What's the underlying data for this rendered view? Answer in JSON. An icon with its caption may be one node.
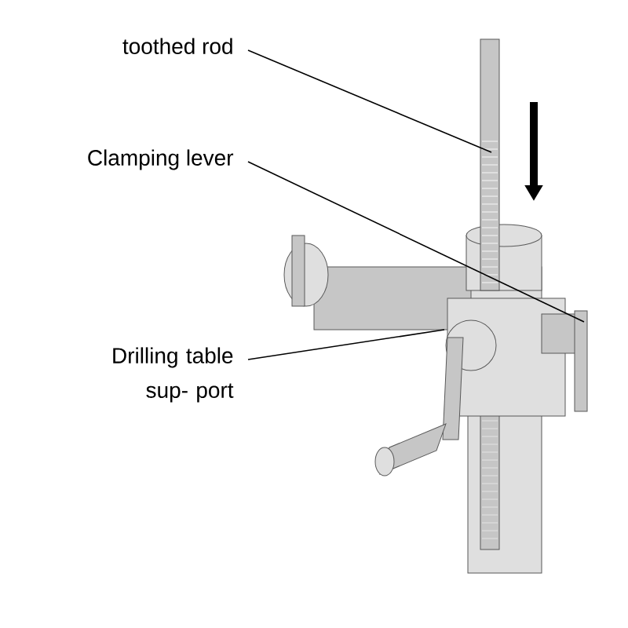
{
  "diagram": {
    "nodes": [
      {
        "text": [
          "toothed rod"
        ]
      },
      {
        "text": [
          "Clamping lever"
        ]
      },
      {
        "text": [
          "Drilling table sup- port"
        ]
      }
    ],
    "edges": [
      {
        "from": 0,
        "to": null,
        "arrow": "none"
      },
      {
        "from": 1,
        "to": null,
        "arrow": "none"
      },
      {
        "from": 2,
        "to": null,
        "arrow": "none"
      }
    ]
  }
}
